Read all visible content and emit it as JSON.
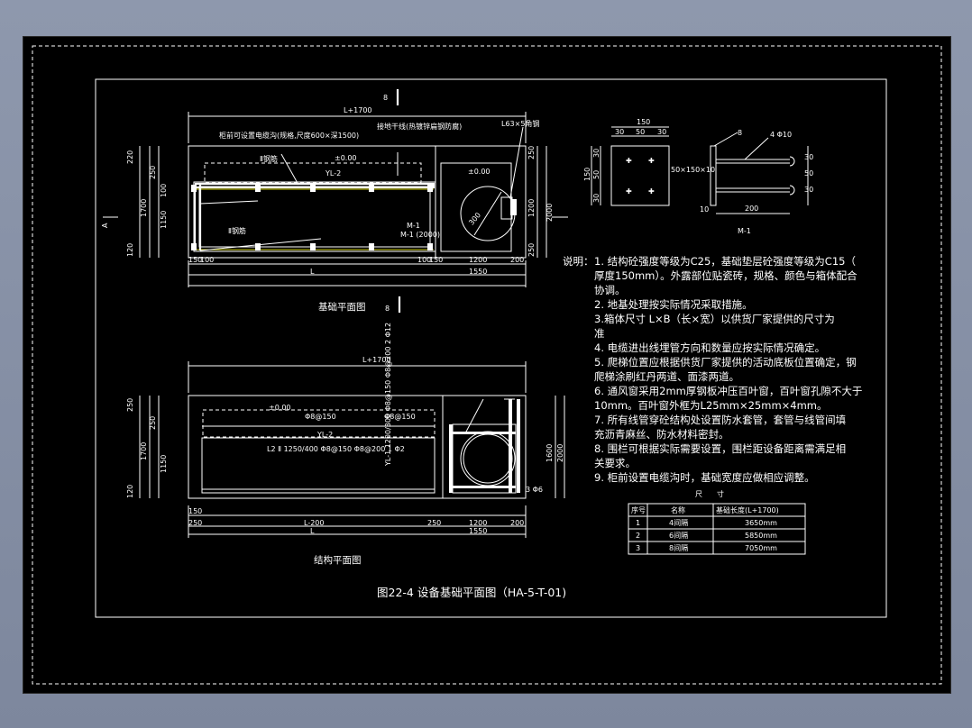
{
  "drawing": {
    "title": "图22-4 设备基础平面图（HA-5-T-01)",
    "plan_top": {
      "caption": "基础平面图",
      "section_mark": "8",
      "dim_overall": "L+1700",
      "dim_bottom": [
        "150",
        "100",
        "100",
        "150",
        "1200",
        "200"
      ],
      "dim_L": "L",
      "dim_1550": "1550",
      "dim_left": [
        "220",
        "250",
        "100",
        "1150",
        "120",
        "1700"
      ],
      "dim_right": [
        "250",
        "1200",
        "250",
        "2000"
      ],
      "note_trench": "柜前可设置电缆沟(规格,尺度600×深1500)",
      "note_pipe": "接地干线(热镀锌扁钢防腐)",
      "note_l63": "L63×5角钢",
      "label_rebar_top": "Ⅱ钢筋",
      "label_rebar_bottom": "Ⅱ钢筋",
      "elev_1": "±0.00",
      "elev_2": "±0.00",
      "label_yl": "YL-2",
      "label_hatch": "M-1",
      "label_center": "300",
      "label_m1": "M-1\n(2000)"
    },
    "plan_bottom": {
      "caption": "结构平面图",
      "dim_overall": "L+1700",
      "dim_bottom": [
        "150",
        "250",
        "L-200",
        "250",
        "1200",
        "200"
      ],
      "dim_L": "L",
      "dim_1550": "1550",
      "dim_left": [
        "250",
        "250",
        "1150",
        "120",
        "1700"
      ],
      "dim_right": [
        "1600",
        "2000"
      ],
      "elev": "±0.00",
      "label_rebar": "Φ8@150",
      "label_rebar2": "Φ8@150",
      "note_mid": "L2 Ⅱ 1250/400\nΦ8@150\nΦ8@200\n1 Φ2",
      "label_yl": "YL-2",
      "note_right": "YL-1 1200/300\nΦ8@150\nΦ8@200\n2 Φ12",
      "label_b": "3 Φ6"
    },
    "detail": {
      "dim_top": "150",
      "dim_parts": [
        "30",
        "50",
        "30"
      ],
      "dim_left": [
        "30",
        "50",
        "30",
        "150"
      ],
      "plate_label": "50×150×10",
      "label_8": "8",
      "label_4d": "4 Φ10",
      "dim_bottom": "200",
      "dim_10": "10",
      "dim_side": [
        "30",
        "50",
        "30"
      ],
      "caption": "M-1"
    },
    "notes": {
      "prefix": "说明：",
      "items": [
        "1. 结构砼强度等级为C25，基础垫层砼强度等级为C15（",
        "厚度150mm）。外露部位贴瓷砖，规格、颜色与箱体配合",
        "协调。",
        "2. 地基处理按实际情况采取措施。",
        "3.箱体尺寸 L×B（长×宽）以供货厂家提供的尺寸为",
        "准",
        "4. 电缆进出线埋管方向和数量应按实际情况确定。",
        "5. 爬梯位置应根据供货厂家提供的活动底板位置确定，钢",
        "爬梯涂刷红丹两道、面漆两道。",
        "6. 通风窗采用2mm厚钢板冲压百叶窗，百叶窗孔隙不大于",
        "10mm。百叶窗外框为L25mm×25mm×4mm。",
        "7. 所有线管穿砼结构处设置防水套管，套管与线管间填",
        "充沥青麻丝、防水材料密封。",
        "8. 围栏可根据实际需要设置，围栏距设备距离需满足相",
        "关要求。",
        "9. 柜前设置电缆沟时，基础宽度应做相应调整。"
      ]
    },
    "table": {
      "title": "尺　　寸",
      "headers": [
        "序号",
        "名称",
        "基础长度(L+1700)"
      ],
      "rows": [
        [
          "1",
          "4间隔",
          "3650mm"
        ],
        [
          "2",
          "6间隔",
          "5850mm"
        ],
        [
          "3",
          "8间隔",
          "7050mm"
        ]
      ]
    }
  }
}
